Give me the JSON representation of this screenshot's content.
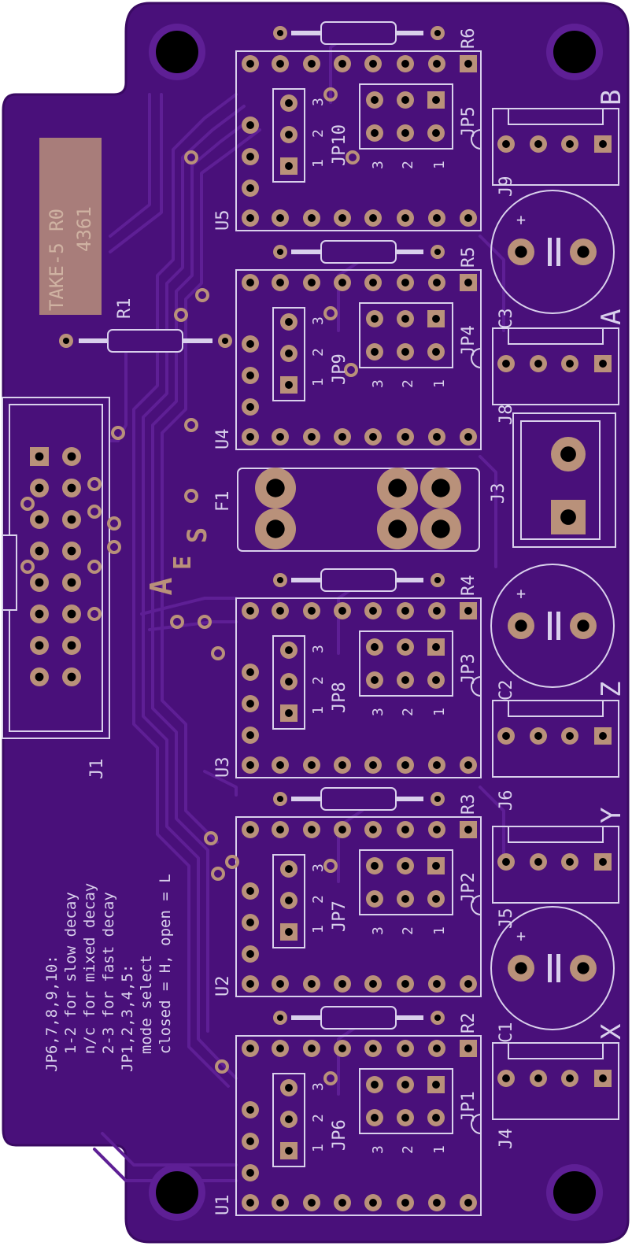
{
  "colors": {
    "board": "#49107a",
    "board_edge": "#3a0a63",
    "trace": "#5e1f95",
    "silk": "#d9d0ec",
    "pad": "#b9917a",
    "drill": "#000000",
    "silk_block": "#b9917a"
  },
  "board": {
    "version_label": "TAKE-5 R0",
    "serial_label": "4361",
    "logo_letters": [
      "A",
      "E",
      "S"
    ]
  },
  "notes": {
    "lines": [
      "JP6,7,8,9,10:",
      "  1-2 for slow decay",
      "  n/c for mixed decay",
      "  2-3 for fast decay",
      "JP1,2,3,4,5:",
      "  mode select",
      "  closed = H, open = L"
    ]
  },
  "refdes": {
    "R1": "R1",
    "R2": "R2",
    "R3": "R3",
    "R4": "R4",
    "R5": "R5",
    "R6": "R6",
    "U1": "U1",
    "U2": "U2",
    "U3": "U3",
    "U4": "U4",
    "U5": "U5",
    "J1": "J1",
    "J3": "J3",
    "J4": "J4",
    "J5": "J5",
    "J6": "J6",
    "J8": "J8",
    "J9": "J9",
    "C1": "C1",
    "C2": "C2",
    "C3": "C3",
    "F1": "F1",
    "JP1": "JP1",
    "JP2": "JP2",
    "JP3": "JP3",
    "JP4": "JP4",
    "JP5": "JP5",
    "JP6": "JP6",
    "JP7": "JP7",
    "JP8": "JP8",
    "JP9": "JP9",
    "JP10": "JP10"
  },
  "axis_labels": {
    "X": "X",
    "Y": "Y",
    "Z": "Z",
    "A": "A",
    "B": "B"
  },
  "pin_numbers": {
    "one": "1",
    "two": "2",
    "three": "3"
  },
  "polarity_mark": "+"
}
